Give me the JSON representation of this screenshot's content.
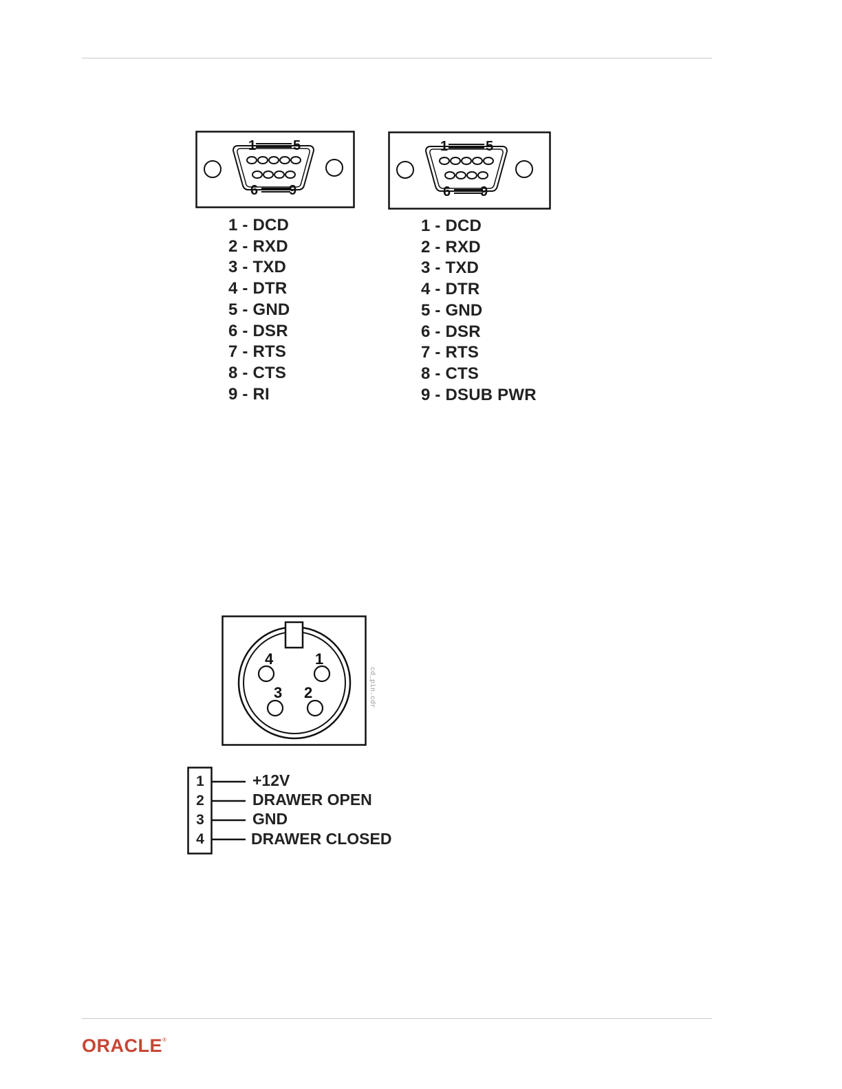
{
  "connector_left": {
    "pin_labels": {
      "first": "1",
      "last_top": "5",
      "first_bottom": "6",
      "last_bottom": "9"
    },
    "pins": [
      "1 - DCD",
      "2 - RXD",
      "3 - TXD",
      "4 - DTR",
      "5 - GND",
      "6 - DSR",
      "7 - RTS",
      "8 - CTS",
      "9 - RI"
    ]
  },
  "connector_right": {
    "pin_labels": {
      "first": "1",
      "last_top": "5",
      "first_bottom": "6",
      "last_bottom": "9"
    },
    "pins": [
      "1 - DCD",
      "2 - RXD",
      "3 - TXD",
      "4 - DTR",
      "5 - GND",
      "6 - DSR",
      "7 - RTS",
      "8 - CTS",
      "9 - DSUB PWR"
    ]
  },
  "din_connector": {
    "pin_numbers": [
      "4",
      "1",
      "3",
      "2"
    ],
    "watermark": "cd_pin.cdr"
  },
  "terminal": {
    "numbers": [
      "1",
      "2",
      "3",
      "4"
    ],
    "signals": [
      "+12V",
      "DRAWER OPEN",
      "GND",
      "DRAWER CLOSED"
    ]
  },
  "footer": {
    "logo_text": "ORACLE",
    "logo_mark": "®",
    "brand_color": "#c74634"
  }
}
